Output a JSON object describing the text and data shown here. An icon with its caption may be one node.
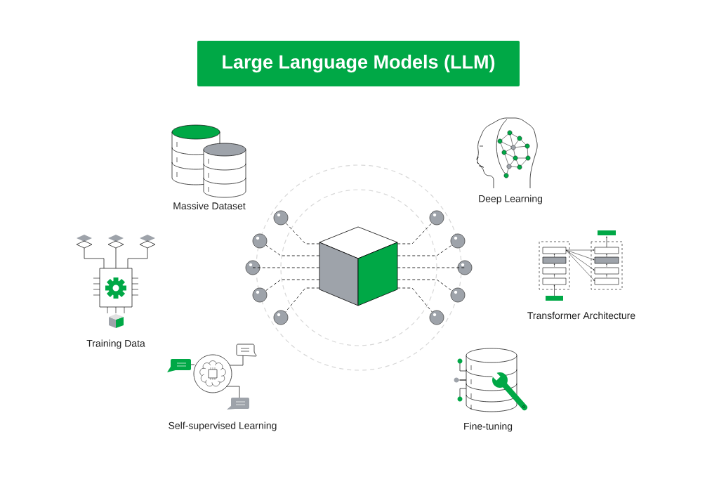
{
  "diagram": {
    "title": "Large Language Models (LLM)",
    "nodes": [
      {
        "text": [],
        "shape": "picture"
      },
      {
        "text": [],
        "shape": "circle"
      },
      {
        "text": [],
        "shape": "circle"
      },
      {
        "text": [],
        "shape": "circle"
      },
      {
        "text": [],
        "shape": "circle"
      },
      {
        "text": [],
        "shape": "circle"
      },
      {
        "text": [],
        "shape": "circle"
      },
      {
        "text": [],
        "shape": "circle"
      },
      {
        "text": [],
        "shape": "circle"
      },
      {
        "text": [],
        "shape": "circle"
      },
      {
        "text": [],
        "shape": "circle"
      }
    ],
    "edges": [
      {
        "from": 0,
        "to": 1,
        "arrow": "none"
      },
      {
        "from": 0,
        "to": 2,
        "arrow": "none"
      },
      {
        "from": 0,
        "to": 3,
        "arrow": "none"
      },
      {
        "from": 0,
        "to": 4,
        "arrow": "none"
      },
      {
        "from": 0,
        "to": 5,
        "arrow": "none"
      },
      {
        "from": 0,
        "to": 6,
        "arrow": "none"
      },
      {
        "from": 0,
        "to": 7,
        "arrow": "none"
      },
      {
        "from": 0,
        "to": 8,
        "arrow": "none"
      },
      {
        "from": 0,
        "to": 9,
        "arrow": "none"
      },
      {
        "from": 0,
        "to": 10,
        "arrow": "none"
      }
    ],
    "labels": [
      "Deep Learning",
      "Massive Dataset",
      "Transformer Architecture",
      "Training Data",
      "Self-supervised Learning",
      "Fine-tuning"
    ]
  }
}
